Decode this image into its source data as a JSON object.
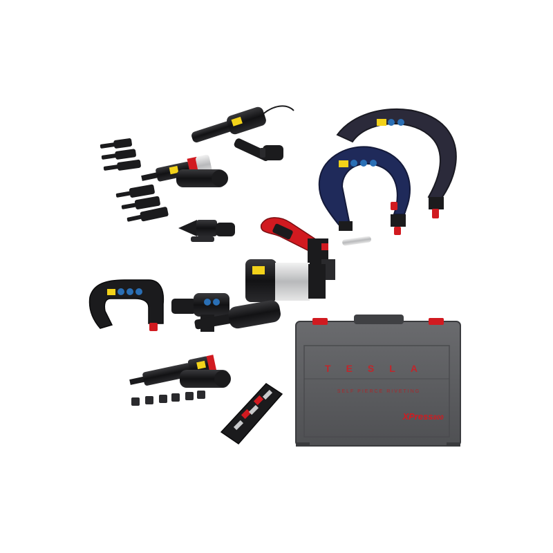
{
  "case": {
    "brand": "TESLA",
    "tagline": "SELF PIERCE RIVETING",
    "model_prefix": "XPress",
    "model_number": "800"
  },
  "colors": {
    "background": "#ffffff",
    "tool_black": "#1b1b1d",
    "case_grey": "#5c5d60",
    "case_dark": "#3f4043",
    "accent_red": "#d11a20",
    "frame_navy": "#1f2a5a",
    "label_yellow": "#f2d21a",
    "sticker_blue": "#2a6fb5",
    "chrome": "#c9cacc"
  },
  "icons": [
    "rivet-tool-icon",
    "c-frame-icon",
    "carry-case-icon",
    "die-insert-icon"
  ]
}
